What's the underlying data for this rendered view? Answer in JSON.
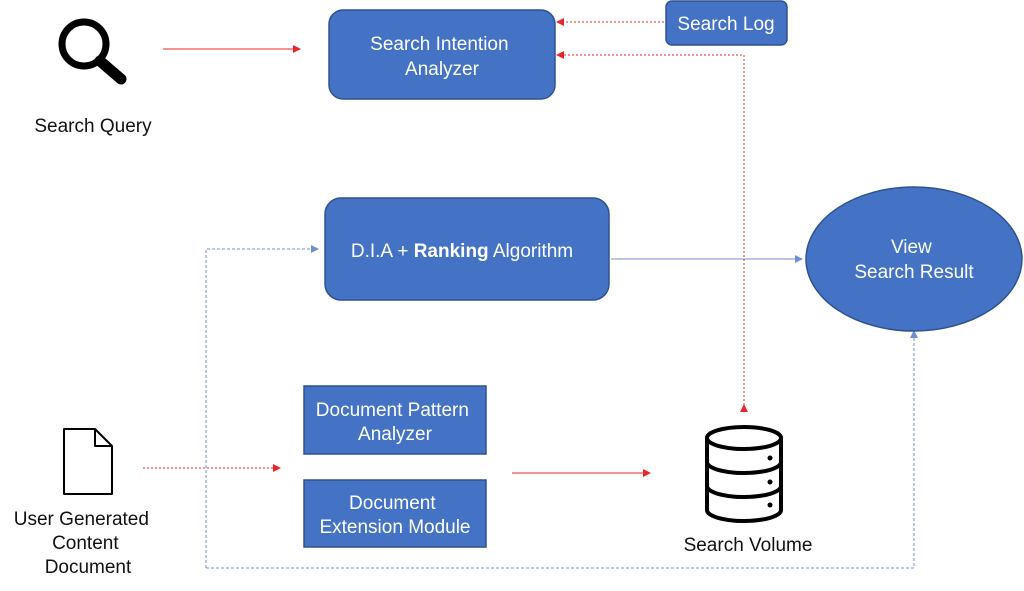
{
  "colors": {
    "box_fill": "#4472c4",
    "box_stroke": "#2f528f",
    "red_arrow": "#e8252a",
    "blue_arrow": "#6f8fd0",
    "icon": "#000000"
  },
  "inputs": {
    "search_query": {
      "icon": "magnifier-icon",
      "label": "Search Query"
    },
    "ugc_document": {
      "icon": "document-icon",
      "label_lines": [
        "User Generated",
        "Content",
        "Document"
      ]
    }
  },
  "nodes": {
    "search_log": {
      "label": "Search Log"
    },
    "search_intention_analyzer": {
      "label_lines": [
        "Search Intention",
        "Analyzer"
      ]
    },
    "dia_ranking": {
      "part1": "D.I.A + ",
      "part2_bold": "Ranking",
      "part3": " Algorithm"
    },
    "view_search_result": {
      "label_lines": [
        "View",
        "Search Result"
      ]
    },
    "document_pattern_analyzer": {
      "label_lines": [
        "Document Pattern",
        "Analyzer"
      ]
    },
    "document_extension_module": {
      "label_lines": [
        "Document",
        "Extension Module"
      ]
    },
    "search_volume": {
      "icon": "database-icon",
      "label": "Search Volume"
    }
  }
}
